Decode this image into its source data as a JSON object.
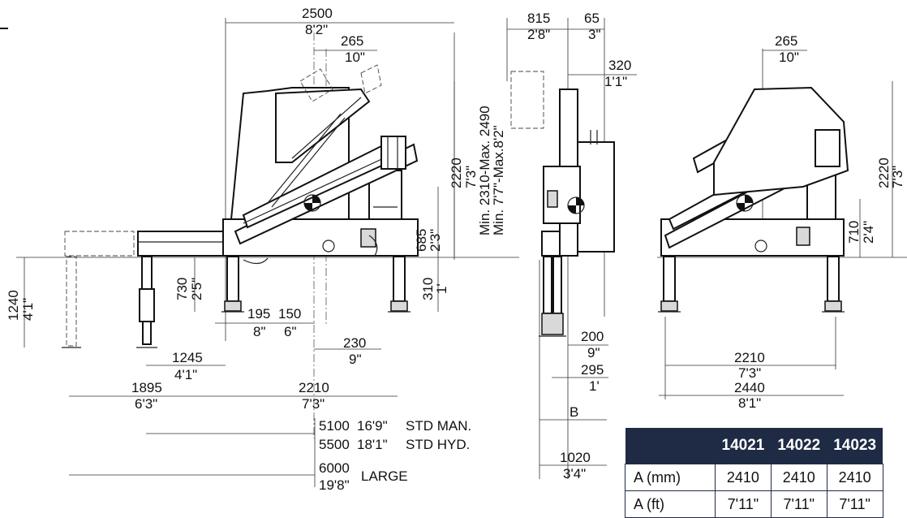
{
  "dims": {
    "top_2500": "2500",
    "top_8_2": "8'2\"",
    "top_265": "265",
    "top_10": "10\"",
    "side_815": "815",
    "side_2_8": "2'8\"",
    "side_65": "65",
    "side_3": "3\"",
    "side_320": "320",
    "side_1_1": "1'1\"",
    "right_265": "265",
    "right_10": "10\"",
    "h_2220": "2220",
    "h_7_3": "7'3\"",
    "h_min_mm": "Min. 2310-Max. 2490",
    "h_min_ft": "Min. 7'7\"-Max.8'2\"",
    "h_685": "685",
    "h_2_3": "2'3\"",
    "r_2220": "2220",
    "r_7_3": "7'3\"",
    "r_710": "710",
    "r_2_4": "2'4\"",
    "v_1240": "1240",
    "v_4_1": "4'1\"",
    "v_730": "730",
    "v_2_5": "2'5\"",
    "v_310": "310",
    "v_1": "1'",
    "d_195": "195",
    "d_8": "8\"",
    "d_150": "150",
    "d_6": "6\"",
    "d_230": "230",
    "d_9": "9\"",
    "d_1245": "1245",
    "d_4_1": "4'1\"",
    "d_1895": "1895",
    "d_6_3": "6'3\"",
    "d_2210": "2210",
    "d_7_3": "7'3\"",
    "s_200": "200",
    "s_9": "9\"",
    "s_295": "295",
    "s_1": "1'",
    "s_B": "B",
    "s_1020": "1020",
    "s_3_4": "3'4\"",
    "r2_2210": "2210",
    "r2_7_3": "7'3\"",
    "r2_2440": "2440",
    "r2_8_1": "8'1\""
  },
  "spans": [
    {
      "mm": "5100",
      "ft": "16'9\"",
      "note": "STD MAN."
    },
    {
      "mm": "5500",
      "ft": "18'1\"",
      "note": "STD HYD."
    },
    {
      "mm": "6000",
      "ft": "19'8\"",
      "note": "LARGE"
    }
  ],
  "table": {
    "headers": [
      "",
      "14021",
      "14022",
      "14023"
    ],
    "rows": [
      {
        "label": "A (mm)",
        "values": [
          "2410",
          "2410",
          "2410"
        ]
      },
      {
        "label": "A (ft)",
        "values": [
          "7'11\"",
          "7'11\"",
          "7'11\""
        ]
      }
    ]
  },
  "colors": {
    "table_header": "#1f2a44",
    "line": "#222222"
  }
}
